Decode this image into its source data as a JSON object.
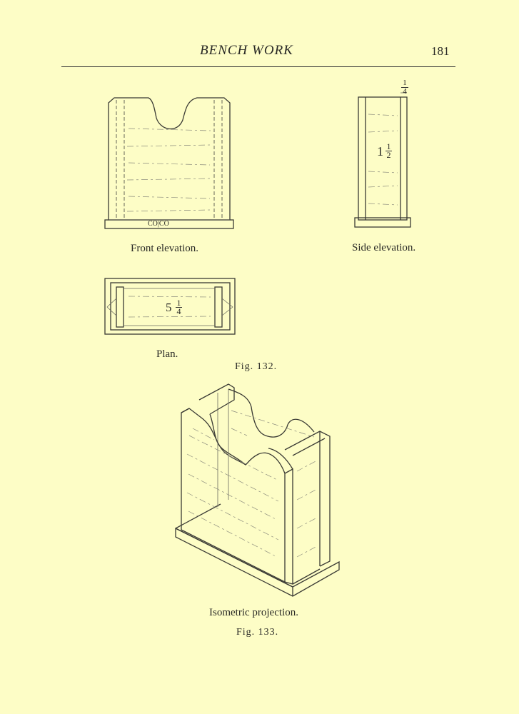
{
  "header": {
    "title": "BENCH WORK",
    "page_number": "181"
  },
  "figure_132": {
    "front_elevation": {
      "caption": "Front elevation.",
      "base_mark": "CO|CO"
    },
    "side_elevation": {
      "caption": "Side elevation.",
      "dimension_top": {
        "numerator": "1",
        "denominator": "4"
      },
      "dimension_middle": {
        "whole": "1",
        "numerator": "1",
        "denominator": "2"
      }
    },
    "plan": {
      "caption": "Plan.",
      "dimension": {
        "whole": "5",
        "numerator": "1",
        "denominator": "4"
      }
    },
    "label": "Fig. 132."
  },
  "figure_133": {
    "caption": "Isometric projection.",
    "label": "Fig. 133."
  }
}
